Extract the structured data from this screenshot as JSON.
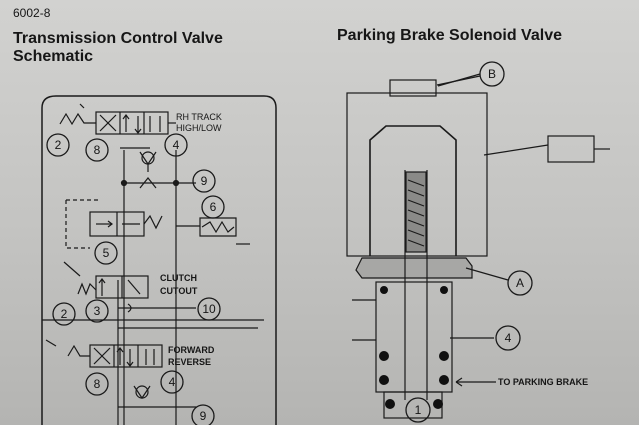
{
  "page": {
    "number": "6002-8"
  },
  "left_diagram": {
    "title_line1": "Transmission Control Valve",
    "title_line2": "Schematic",
    "labels": {
      "rh_track": "RH TRACK",
      "high_low": "HIGH/LOW",
      "clutch": "CLUTCH",
      "cutout": "CUTOUT",
      "forward": "FORWARD",
      "reverse": "REVERSE"
    },
    "callouts": [
      "2",
      "8",
      "4",
      "9",
      "6",
      "5",
      "3",
      "10",
      "2",
      "8",
      "4",
      "9"
    ]
  },
  "right_diagram": {
    "title": "Parking Brake Solenoid Valve",
    "callouts": [
      "B",
      "A",
      "4",
      "1"
    ],
    "note": "TO PARKING BRAKE"
  }
}
